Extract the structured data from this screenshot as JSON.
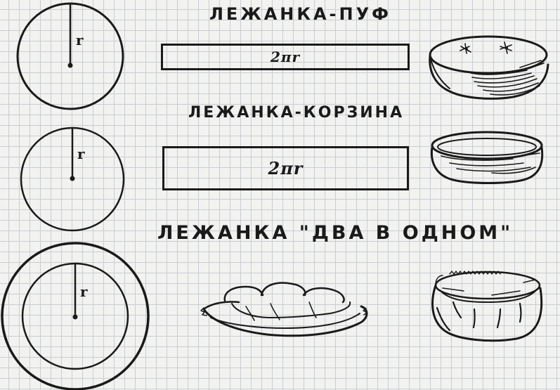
{
  "titles": {
    "puf": "ЛЕЖАНКА-ПУФ",
    "korzina": "ЛЕЖАНКА-КОРЗИНА",
    "dva_v_odnom": "ЛЕЖАНКА \"ДВА В ОДНОМ\""
  },
  "strips": {
    "puf": "2πr",
    "korzina": "2πr"
  },
  "radius_label": "r"
}
